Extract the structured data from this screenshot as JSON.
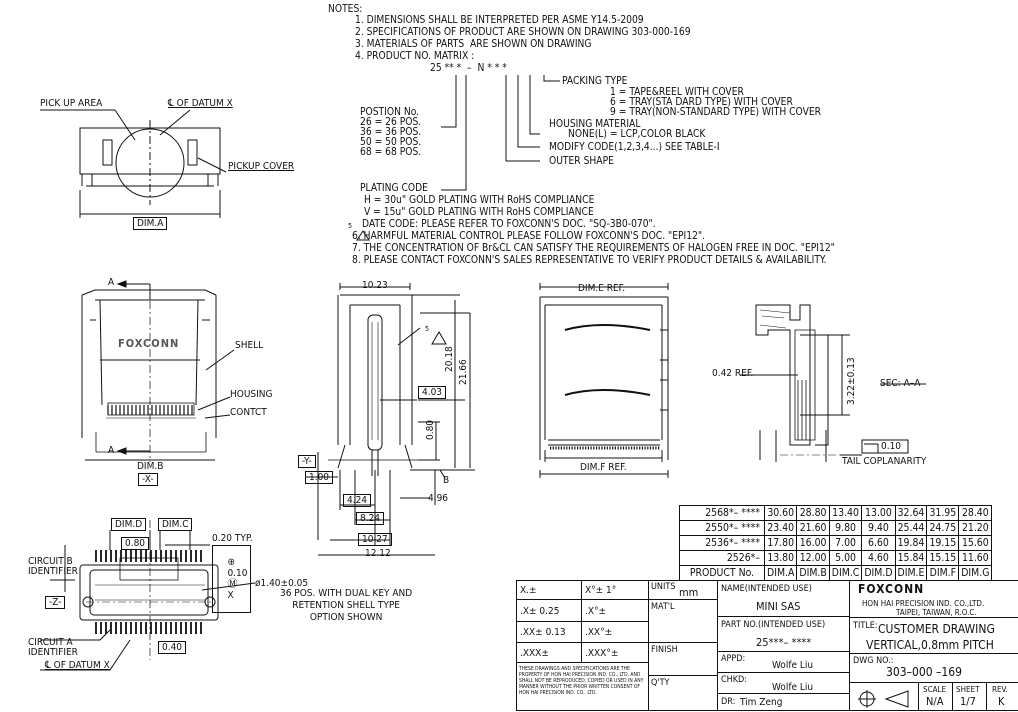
{
  "notes": {
    "heading": "NOTES:",
    "lines": [
      "1. DIMENSIONS SHALL BE INTERPRETED PER ASME Y14.5-2009",
      "2. SPECIFICATIONS OF PRODUCT ARE SHOWN ON DRAWING 303-000-169",
      "3. MATERIALS OF PARTS  ARE SHOWN ON DRAWING",
      "4. PRODUCT NO. MATRIX :"
    ],
    "matrix": "25 ** *  –  N * * *",
    "packing_type": "PACKING TYPE",
    "packing_1": "1 = TAPE&REEL WITH COVER",
    "packing_6": "6 = TRAY(STA DARD TYPE) WITH COVER",
    "packing_9": "9 = TRAY(NON-STANDARD TYPE) WITH COVER",
    "housing_material": "HOUSING MATERIAL",
    "housing_none": "NONE(L) = LCP,COLOR BLACK",
    "modify_code": "MODIFY CODE(1,2,3,4...) SEE TABLE-I",
    "outer_shape": "OUTER SHAPE",
    "position_title": "POSTION No.",
    "positions": [
      "26 = 26 POS.",
      "36 = 36 POS.",
      "50 = 50 POS.",
      "68 = 68 POS."
    ],
    "plating_code": "PLATING CODE",
    "plating_h": "H = 30u\" GOLD PLATING WITH RoHS COMPLIANCE",
    "plating_v": "V = 15u\" GOLD PLATING WITH RoHS COMPLIANCE",
    "note5": "DATE CODE: PLEASE REFER TO FOXCONN'S DOC. \"SQ-3B0-070\".",
    "note5_num": "5",
    "note6": "6. HARMFUL MATERIAL CONTROL PLEASE FOLLOW FOXCONN'S DOC. \"EPI12\".",
    "note7": "7. THE CONCENTRATION OF Br&CL CAN SATISFY THE REQUIREMENTS OF HALOGEN FREE IN DOC. \"EPI12\"",
    "note8": "8. PLEASE CONTACT FOXCONN'S SALES REPRESENTATIVE TO VERIFY PRODUCT DETAILS & AVAILABILITY."
  },
  "top_view": {
    "pick_up_area": "PICK UP AREA",
    "datum_x": "℄ OF DATUM X",
    "pickup_cover": "PICKUP COVER",
    "dim_a": "DIM.A"
  },
  "front_view": {
    "a_top": "A",
    "a_bottom": "A",
    "brand": "FOXCONN",
    "shell": "SHELL",
    "housing": "HOUSING",
    "contact": "CONTCT",
    "dim_b": "DIM.B",
    "datum_x": "-X-"
  },
  "side_view": {
    "d_1023": "10.23",
    "d_403": "4.03",
    "d_2018": "20.18",
    "d_2166": "21.66",
    "d_080": "0.80",
    "datum_y": "-Y-",
    "d_100": "1.00",
    "d_424": "4.24",
    "d_824": "8.24",
    "d_1027": "10.27",
    "d_1212": "12.12",
    "d_496": "4.96",
    "label_b": "B",
    "note_5": "5"
  },
  "rear_view": {
    "dim_e": "DIM.E REF.",
    "dim_f": "DIM.F REF."
  },
  "section_view": {
    "d_042": "0.42 REF.",
    "d_322": "3.22±0.13",
    "sec": "SEC: A–A",
    "coplanarity_val": "0.10",
    "coplanarity": "TAIL COPLANARITY"
  },
  "bottom_view": {
    "dim_d": "DIM.D",
    "dim_c": "DIM.C",
    "d_080": "0.80",
    "d_020": "0.20 TYP.",
    "tol": "0.10",
    "tol_ref": "X",
    "circuit_b": "CIRCUIT B\nIDENTIFIER",
    "hole": "ø1.40±0.05",
    "datum_z": "-Z-",
    "circuit_a": "CIRCUIT A\nIDENTIFIER",
    "d_040": "0.40",
    "datum_x": "℄ OF DATUM X",
    "caption": "36 POS. WITH DUAL KEY AND\nRETENTION SHELL TYPE\nOPTION SHOWN"
  },
  "product_table": {
    "header": [
      "PRODUCT No.",
      "DIM.A",
      "DIM.B",
      "DIM.C",
      "DIM.D",
      "DIM.E",
      "DIM.F",
      "DIM.G"
    ],
    "rows": [
      {
        "pn": "2568*– ****",
        "vals": [
          "30.60",
          "28.80",
          "13.40",
          "13.00",
          "32.64",
          "31.95",
          "28.40"
        ]
      },
      {
        "pn": "2550*– ****",
        "vals": [
          "23.40",
          "21.60",
          "9.80",
          "9.40",
          "25.44",
          "24.75",
          "21.20"
        ]
      },
      {
        "pn": "2536*– ****",
        "vals": [
          "17.80",
          "16.00",
          "7.00",
          "6.60",
          "19.84",
          "19.15",
          "15.60"
        ]
      },
      {
        "pn": "2526*–",
        "vals": [
          "13.80",
          "12.00",
          "5.00",
          "4.60",
          "15.84",
          "15.15",
          "11.60"
        ]
      }
    ]
  },
  "title_block": {
    "tol_x": "X.±",
    "tol_x_deg": "X°± 1°",
    "tol_1": ".X± 0.25",
    "tol_1b": ".X°±",
    "tol_2": ".XX± 0.13",
    "tol_2b": ".XX°±",
    "tol_3": ".XXX±",
    "tol_3b": ".XXX°±",
    "units_label": "UNITS",
    "units": "mm",
    "matl": "MAT'L",
    "finish": "FINISH",
    "qty": "Q'TY",
    "disclaimer": "THESE DRAWINGS AND SPECIFICATIONS ARE THE PROPERTY OF HON HAI PRECISION IND. CO., LTD. AND SHALL NOT BE REPRODUCED, COPIED OR USED IN ANY MANNER WITHOUT THE PRIOR WRITTEN CONSENT OF HON HAI PRECISION IND. CO., LTD.",
    "name_label": "NAME(INTENDED USE)",
    "name": "MINI SAS",
    "part_label": "PART NO.(INTENDED USE)",
    "part": "25***– ****",
    "appd_label": "APPD:",
    "appd": "Wolfe Liu",
    "chkd_label": "CHKD:",
    "chkd": "Wolfe Liu",
    "dr_label": "DR:",
    "dr": "Tim Zeng",
    "company_logo": "FOXCONN",
    "company": "HON HAI PRECISION IND. CO.,LTD.",
    "address": "TAIPEI, TAIWAN, R.O.C.",
    "title_label": "TITLE:",
    "title1": "CUSTOMER DRAWING",
    "title2": "VERTICAL,0.8mm PITCH",
    "dwg_label": "DWG NO.:",
    "dwg": "303–000 –169",
    "scale_label": "SCALE",
    "scale": "N/A",
    "sheet_label": "SHEET",
    "sheet": "1/7",
    "rev_label": "REV.",
    "rev": "K"
  }
}
